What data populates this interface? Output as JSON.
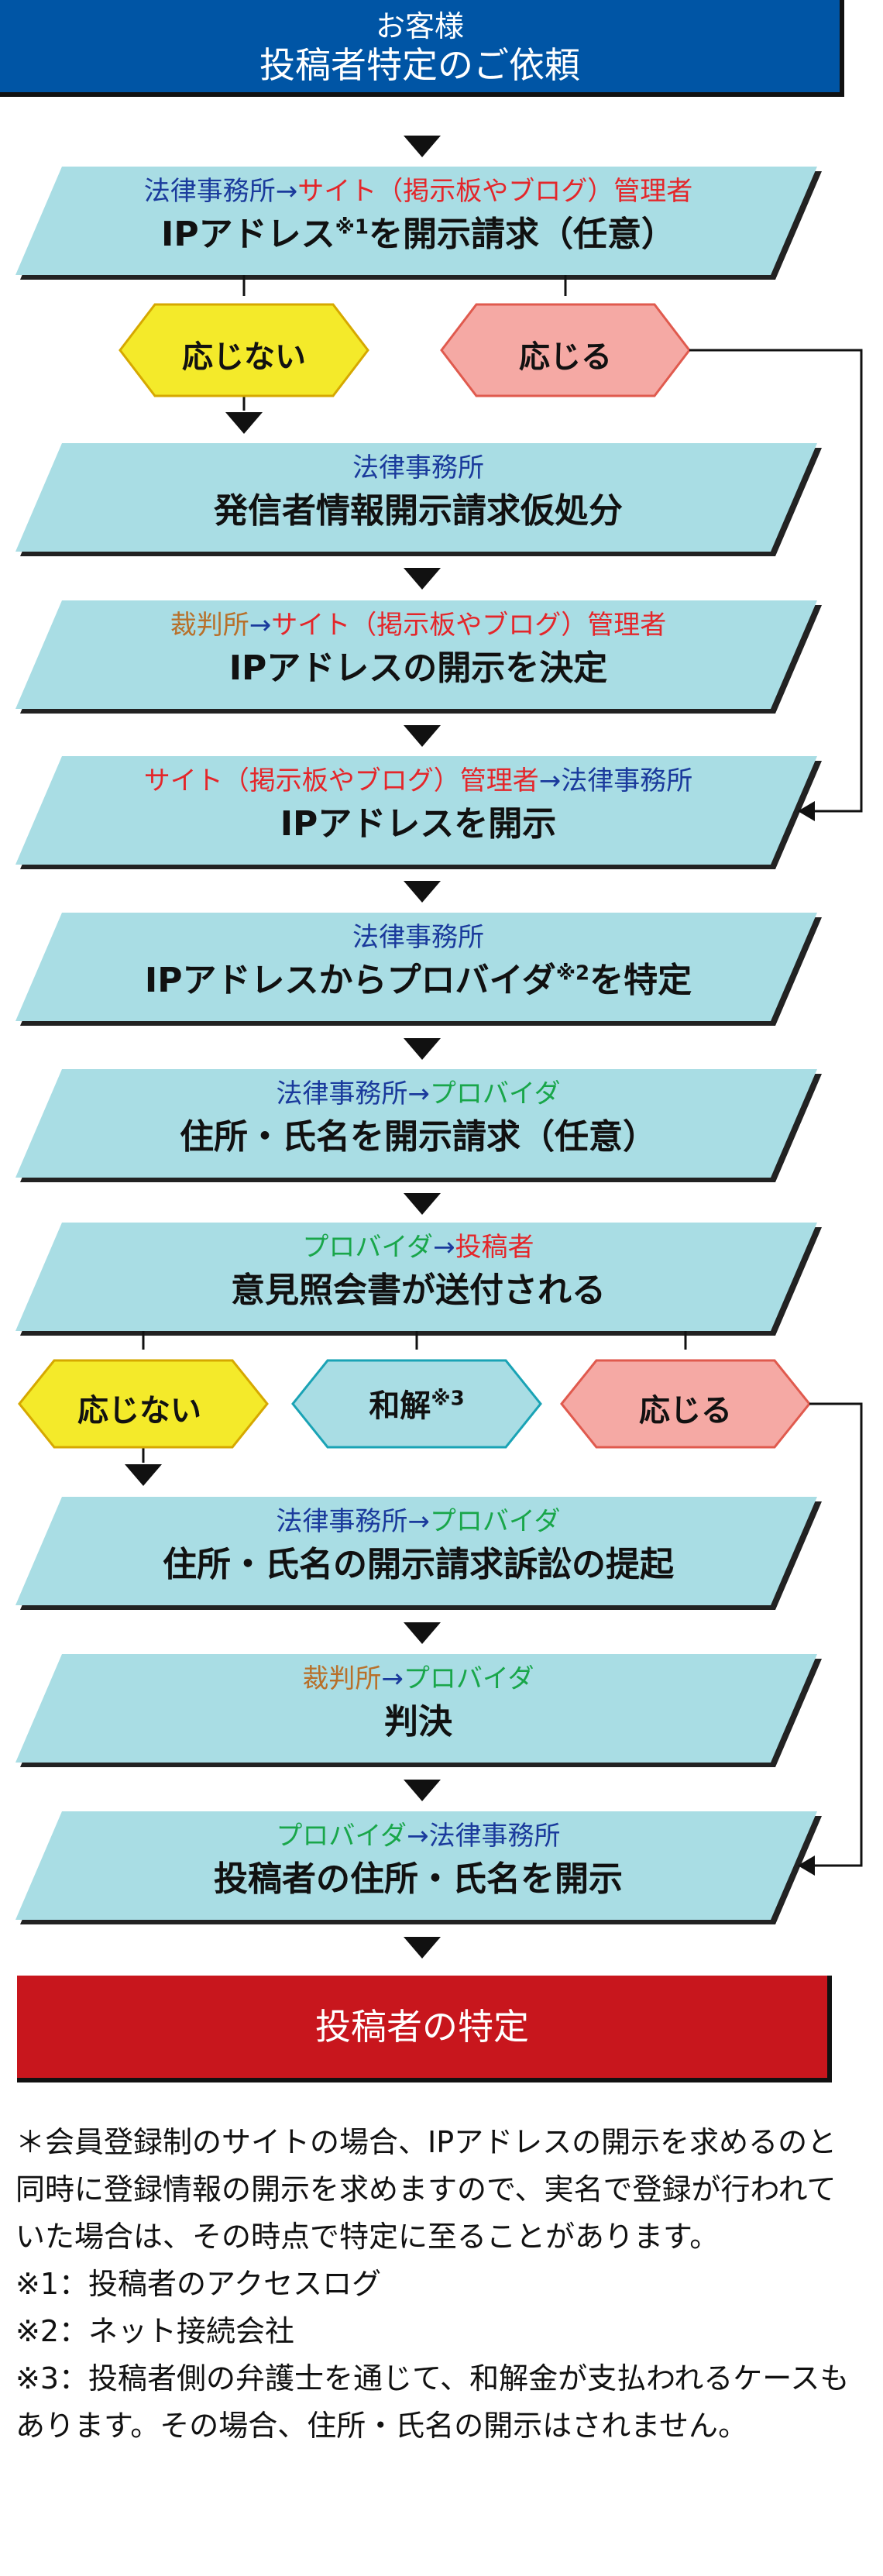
{
  "request": {
    "line1": "お客様",
    "line2": "投稿者特定のご依頼"
  },
  "steps": [
    {
      "sub": [
        {
          "text": "法律事務所",
          "color": "blue"
        },
        {
          "text": "→",
          "color": "dark"
        },
        {
          "text": "サイト（掲示板やブログ）管理者",
          "color": "red"
        }
      ],
      "main_a": "IPアドレス",
      "main_sup": "※1",
      "main_b": "を開示請求（任意）"
    },
    {
      "sub": [
        {
          "text": "法律事務所",
          "color": "blue"
        }
      ],
      "main_a": "発信者情報開示請求仮処分",
      "main_sup": "",
      "main_b": ""
    },
    {
      "sub": [
        {
          "text": "裁判所",
          "color": "brown"
        },
        {
          "text": "→",
          "color": "dark"
        },
        {
          "text": "サイト（掲示板やブログ）管理者",
          "color": "red"
        }
      ],
      "main_a": "IPアドレスの開示を決定",
      "main_sup": "",
      "main_b": ""
    },
    {
      "sub": [
        {
          "text": "サイト（掲示板やブログ）管理者",
          "color": "red"
        },
        {
          "text": "→",
          "color": "dark"
        },
        {
          "text": "法律事務所",
          "color": "blue"
        }
      ],
      "main_a": "IPアドレスを開示",
      "main_sup": "",
      "main_b": ""
    },
    {
      "sub": [
        {
          "text": "法律事務所",
          "color": "blue"
        }
      ],
      "main_a": "IPアドレスからプロバイダ",
      "main_sup": "※2",
      "main_b": "を特定"
    },
    {
      "sub": [
        {
          "text": "法律事務所",
          "color": "blue"
        },
        {
          "text": "→",
          "color": "dark"
        },
        {
          "text": "プロバイダ",
          "color": "green"
        }
      ],
      "main_a": "住所・氏名を開示請求（任意）",
      "main_sup": "",
      "main_b": ""
    },
    {
      "sub": [
        {
          "text": "プロバイダ",
          "color": "green"
        },
        {
          "text": "→",
          "color": "dark"
        },
        {
          "text": "投稿者",
          "color": "red"
        }
      ],
      "main_a": "意見照会書が送付される",
      "main_sup": "",
      "main_b": ""
    },
    {
      "sub": [
        {
          "text": "法律事務所",
          "color": "blue"
        },
        {
          "text": "→",
          "color": "dark"
        },
        {
          "text": "プロバイダ",
          "color": "green"
        }
      ],
      "main_a": "住所・氏名の開示請求訴訟の提起",
      "main_sup": "",
      "main_b": ""
    },
    {
      "sub": [
        {
          "text": "裁判所",
          "color": "brown"
        },
        {
          "text": "→",
          "color": "dark"
        },
        {
          "text": "プロバイダ",
          "color": "green"
        }
      ],
      "main_a": "判決",
      "main_sup": "",
      "main_b": ""
    },
    {
      "sub": [
        {
          "text": "プロバイダ",
          "color": "green"
        },
        {
          "text": "→",
          "color": "dark"
        },
        {
          "text": "法律事務所",
          "color": "blue"
        }
      ],
      "main_a": "投稿者の住所・氏名を開示",
      "main_sup": "",
      "main_b": ""
    }
  ],
  "decisions": {
    "first": {
      "no": "応じない",
      "yes": "応じる"
    },
    "second": {
      "no": "応じない",
      "settle": "和解",
      "settle_sup": "※3",
      "yes": "応じる"
    }
  },
  "result": "投稿者の特定",
  "notes": [
    "＊会員登録制のサイトの場合、IPアドレスの開示を求めるのと同時に登録情報の開示を求めますので、実名で登録が行われていた場合は、その時点で特定に至ることがあります。",
    "※1：投稿者のアクセスログ",
    "※2：ネット接続会社",
    "※3：投稿者側の弁護士を通じて、和解金が支払われるケースもあります。その場合、住所・氏名の開示はされません。"
  ],
  "colors": {
    "step_fill": "#a9dde4",
    "request_fill": "#0055a5",
    "result_fill": "#c8161d",
    "no_fill": "#f4ea2a",
    "yes_fill": "#f5a9a4",
    "settle_fill": "#a9dde4"
  }
}
